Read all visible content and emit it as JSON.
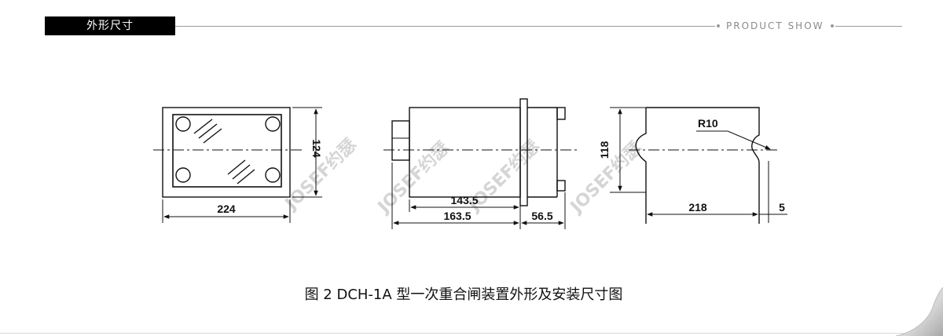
{
  "header": {
    "tab_label": "外形尺寸",
    "tag_label": "PRODUCT SHOW"
  },
  "watermark": {
    "text": "JOSEF约瑟"
  },
  "drawing": {
    "front_width": "224",
    "front_height": "124",
    "side_depth_inner": "143.5",
    "side_depth_total": "163.5",
    "side_rear": "56.5",
    "cutout_radius": "R10",
    "cutout_height": "118",
    "cutout_width": "218",
    "edge_offset": "5"
  },
  "caption": "图 2 DCH-1A 型一次重合闸装置外形及安装尺寸图",
  "colors": {
    "ink": "#111111",
    "rule": "#9a9a9a",
    "tab_bg": "#000000",
    "watermark": "#c8c8c8"
  }
}
